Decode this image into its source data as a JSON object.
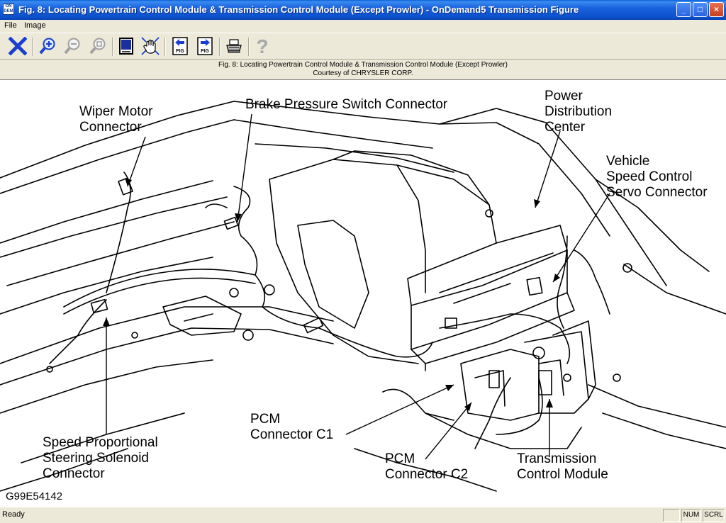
{
  "window": {
    "title": "Fig. 8: Locating Powertrain Control Module & Transmission Control Module (Except Prowler) - OnDemand5 Transmission Figure",
    "app_icon_text": "ON DEM",
    "minimize": "_",
    "maximize": "□",
    "close": "×"
  },
  "menu": {
    "items": [
      "File",
      "Image"
    ]
  },
  "toolbar": {
    "buttons": [
      {
        "icon": "close-x-icon"
      },
      {
        "icon": "zoom-in-icon"
      },
      {
        "icon": "zoom-out-icon"
      },
      {
        "icon": "zoom-fit-icon"
      },
      {
        "icon": "page-view-icon"
      },
      {
        "icon": "pan-hand-icon"
      },
      {
        "icon": "previous-figure-icon",
        "text": "FIG"
      },
      {
        "icon": "next-figure-icon",
        "text": "FIG"
      },
      {
        "icon": "print-icon"
      },
      {
        "icon": "help-icon",
        "text": "?"
      }
    ]
  },
  "caption": {
    "line1": "Fig. 8: Locating Powertrain Control Module & Transmission Control Module (Except Prowler)",
    "line2": "Courtesy of CHRYSLER CORP."
  },
  "figure": {
    "labels": {
      "wiper": [
        "Wiper Motor",
        "Connector"
      ],
      "brake": [
        "Brake Pressure Switch Connector"
      ],
      "pdc": [
        "Power",
        "Distribution",
        "Center"
      ],
      "vsc": [
        "Vehicle",
        "Speed Control",
        "Servo Connector"
      ],
      "pcm_c1": [
        "PCM",
        "Connector C1"
      ],
      "pcm_c2": [
        "PCM",
        "Connector C2"
      ],
      "tcm": [
        "Transmission",
        "Control Module"
      ],
      "spss": [
        "Speed Proportional",
        "Steering Solenoid",
        "Connector"
      ]
    },
    "figure_code": "G99E54142"
  },
  "status": {
    "text": "Ready",
    "num": "NUM",
    "scrl": "SCRL"
  }
}
